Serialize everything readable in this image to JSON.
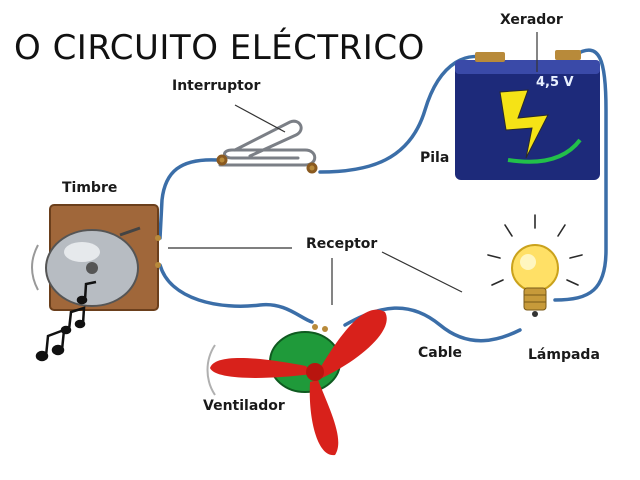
{
  "title": "O CIRCUITO ELÉCTRICO",
  "labels": {
    "xerador": "Xerador",
    "voltage": "4,5 V",
    "pila": "Pila",
    "interruptor": "Interruptor",
    "timbre": "Timbre",
    "receptor": "Receptor",
    "lampada": "Lámpada",
    "cable": "Cable",
    "ventilador": "Ventilador"
  },
  "colors": {
    "wire": "#3b6ea8",
    "battery": "#1d2a7a",
    "bolt": "#f5e316",
    "fan_blade": "#d8211b",
    "fan_motor": "#1f9a3a",
    "bell_box": "#a0673a",
    "bulb": "#ffe066"
  },
  "icons": [
    "paperclip-switch-icon",
    "battery-icon",
    "lightning-bolt-icon",
    "bell-icon",
    "music-note-icon",
    "light-bulb-icon",
    "fan-icon"
  ]
}
